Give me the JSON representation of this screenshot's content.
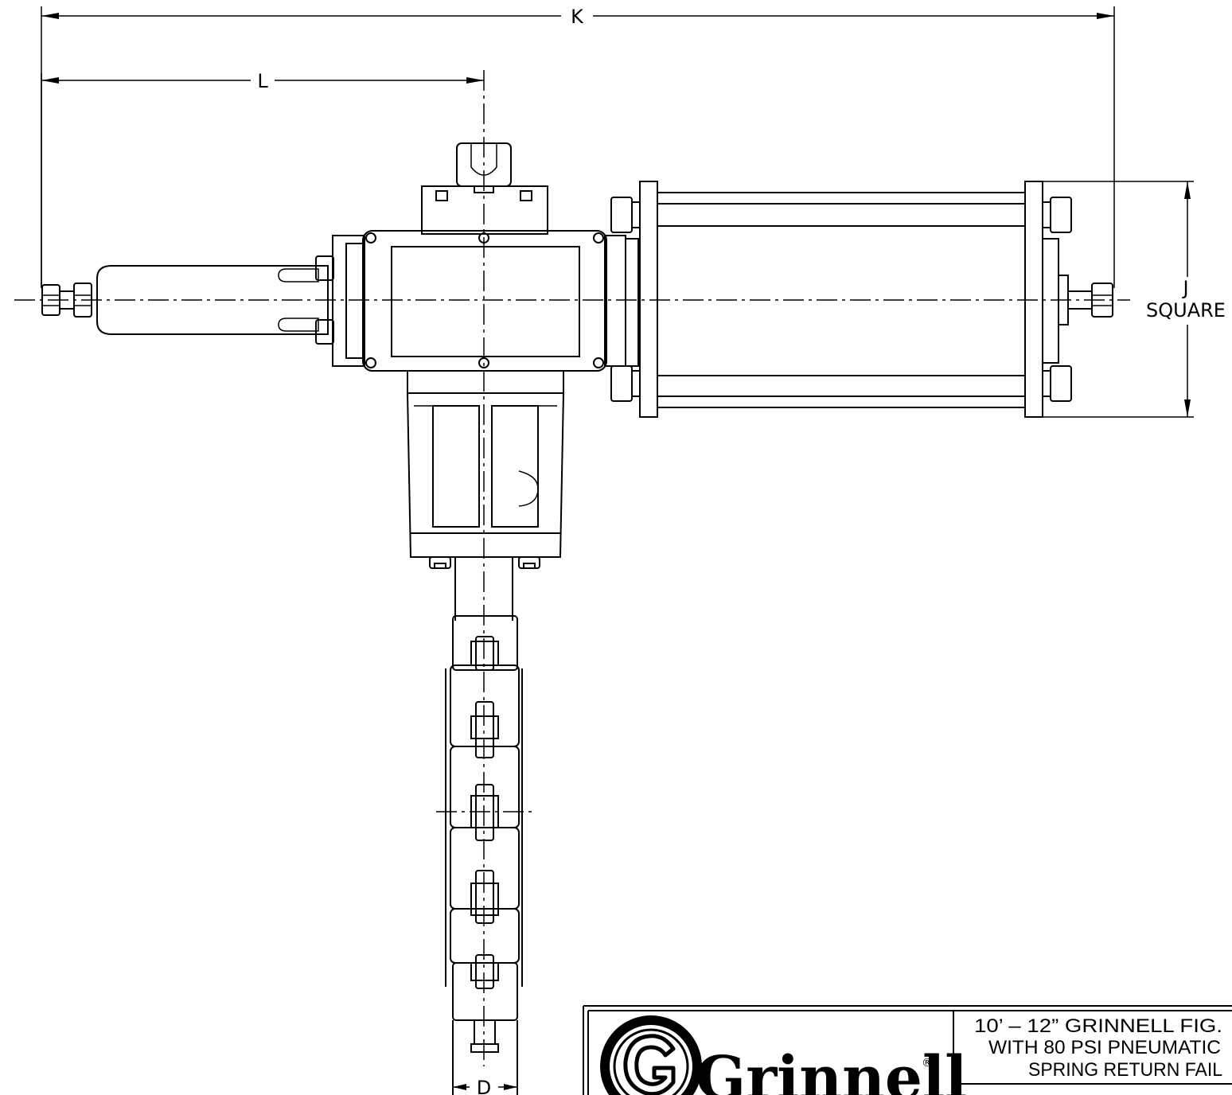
{
  "dimensions": {
    "k": "K",
    "l": "L",
    "j": "J",
    "j_sub": "SQUARE",
    "d": "D"
  },
  "title_block": {
    "brand": "Grinnell",
    "registered_mark": "®",
    "title_lines": [
      "10’  –  12”  GRINNELL  FIG.",
      "WITH  80  PSI  PNEUMATIC",
      "SPRING  RETURN  FAIL"
    ]
  },
  "colors": {
    "line": "#000000",
    "paper": "#ffffff"
  },
  "icons": {
    "logo": "grinnell-seal-logo"
  }
}
